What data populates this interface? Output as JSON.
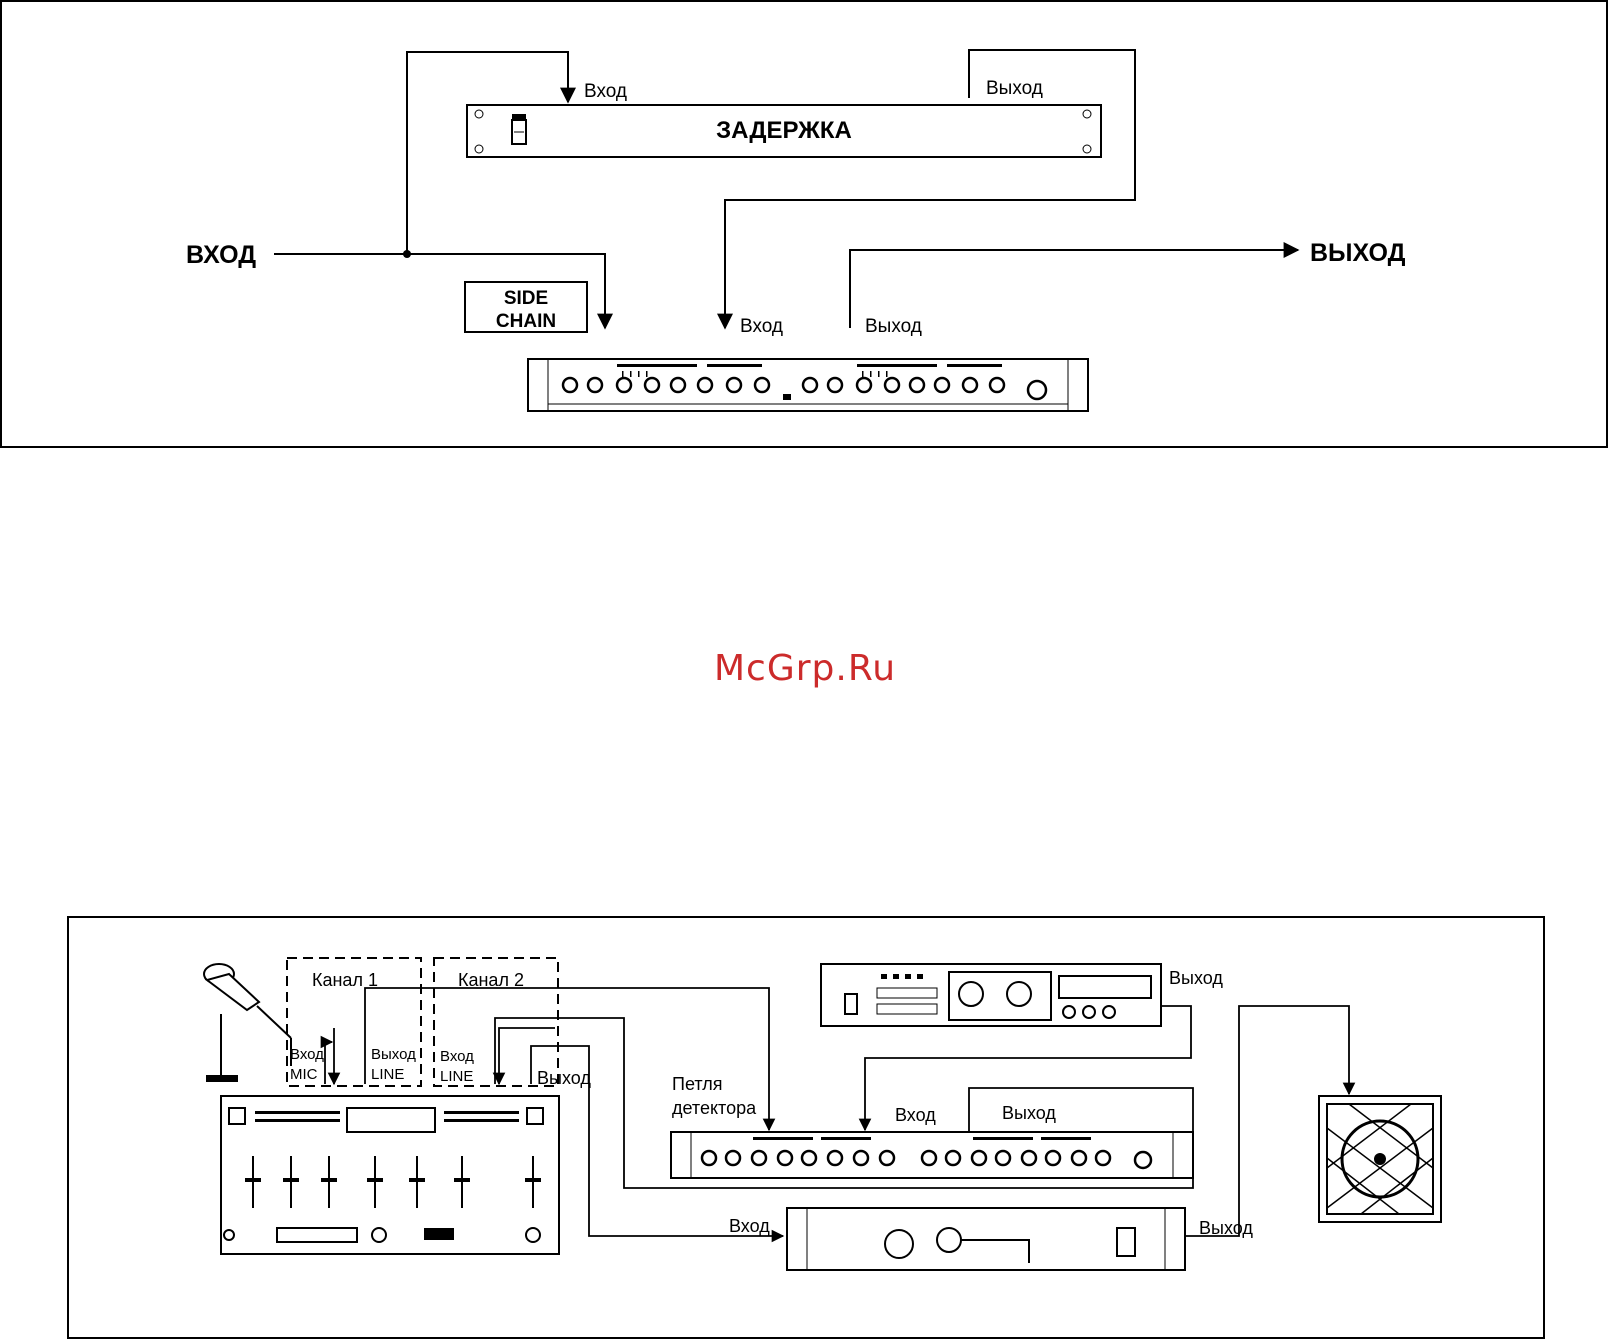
{
  "diagram1": {
    "delay_label": "ЗАДЕРЖКА",
    "delay_in": "Вход",
    "delay_out": "Выход",
    "main_in": "ВХОД",
    "main_out": "ВЫХОД",
    "side_chain_1": "SIDE",
    "side_chain_2": "CHAIN",
    "comp_in": "Вход",
    "comp_out": "Выход"
  },
  "watermark": "McGrp.Ru",
  "diagram2": {
    "channel1": "Канал 1",
    "channel2": "Канал 2",
    "mic_in_1": "Вход",
    "mic_in_2": "MIC",
    "line_out_1": "Выход",
    "line_out_2": "LINE",
    "line_in_1": "Вход",
    "line_in_2": "LINE",
    "mixer_out": "Выход",
    "detector_loop_1": "Петля",
    "detector_loop_2": "детектора",
    "comp_in": "Вход",
    "comp_out": "Выход",
    "deck_out": "Выход",
    "amp_in": "Вход",
    "amp_out": "Выход"
  }
}
